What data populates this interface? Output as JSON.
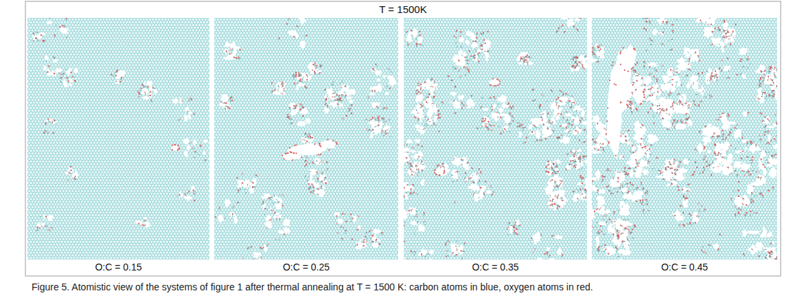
{
  "diagram": {
    "title": "T = 1500K",
    "caption": "Figure 5. Atomistic view of the systems of figure 1 after thermal annealing at T = 1500 K: carbon atoms in blue, oxygen atoms in red.",
    "labels": [
      "O:C = 0.15",
      "O:C = 0.25",
      "O:C = 0.35",
      "O:C = 0.45"
    ]
  }
}
